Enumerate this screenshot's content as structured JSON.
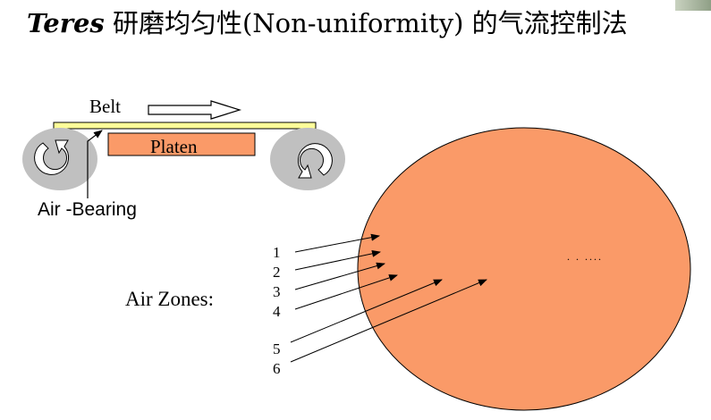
{
  "title": {
    "brand": "Teres",
    "text": " 研磨均匀性(Non-uniformity) 的气流控制法"
  },
  "diagram": {
    "belt_label": "Belt",
    "platen_label": "Platen",
    "air_bearing_label": "Air -Bearing",
    "air_zones_label": "Air Zones:",
    "zones": [
      "1",
      "2",
      "3",
      "4",
      "5",
      "6"
    ],
    "dots": ".    .    ....",
    "colors": {
      "platen": "#fa9a68",
      "wafer": "#fa9a68",
      "belt": "#ffff99",
      "roller": "#c0c0c0"
    }
  }
}
